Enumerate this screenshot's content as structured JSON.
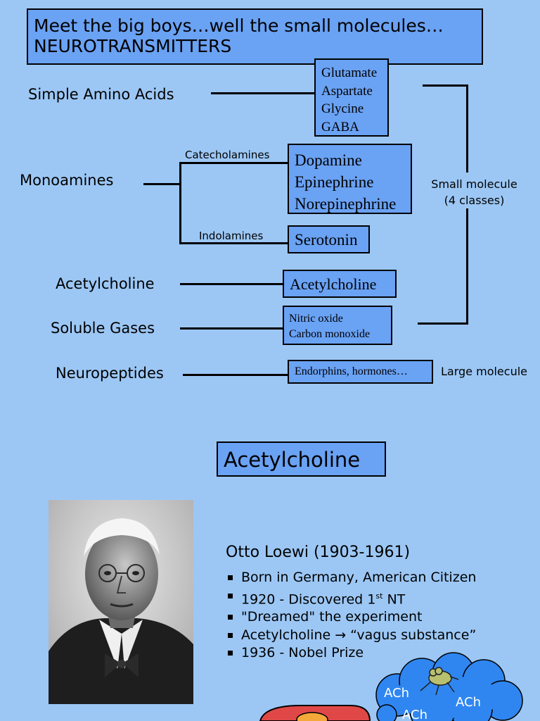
{
  "title": {
    "line1": "Meet the big boys…well the small molecules…",
    "line2": "NEUROTRANSMITTERS"
  },
  "categories": {
    "amino_acids": "Simple Amino Acids",
    "monoamines": "Monoamines",
    "acetylcholine": "Acetylcholine",
    "soluble_gases": "Soluble Gases",
    "neuropeptides": "Neuropeptides"
  },
  "subcategories": {
    "catecholamines": "Catecholamines",
    "indolamines": "Indolamines"
  },
  "boxes": {
    "amino_acids": [
      "Glutamate",
      "Aspartate",
      "Glycine",
      "GABA"
    ],
    "catecholamines": [
      "Dopamine",
      "Epinephrine",
      "Norepinephrine"
    ],
    "indolamines": "Serotonin",
    "acetylcholine": "Acetylcholine",
    "gases": [
      "Nitric oxide",
      "Carbon monoxide"
    ],
    "neuropeptides": "Endorphins, hormones…"
  },
  "annotations": {
    "small_molecule_line1": "Small molecule",
    "small_molecule_line2": "(4 classes)",
    "large_molecule": "Large molecule"
  },
  "section2": {
    "title": "Acetylcholine",
    "person": "Otto Loewi (1903-1961)",
    "bullets": [
      "Born in Germany, American Citizen",
      "\"Dreamed\" the experiment",
      "Acetylcholine → “vagus substance”",
      "1936 - Nobel Prize"
    ],
    "discovery_pre": "1920 - Discovered 1",
    "discovery_sup": "st",
    "discovery_post": " NT"
  },
  "cloud": {
    "label1": "ACh",
    "label2": "ACh",
    "label3": "ACh"
  },
  "colors": {
    "background": "#9cc7f5",
    "box_fill": "#6aa2f4",
    "cloud_fill": "#2f86f0",
    "red_shape": "#e04848"
  }
}
